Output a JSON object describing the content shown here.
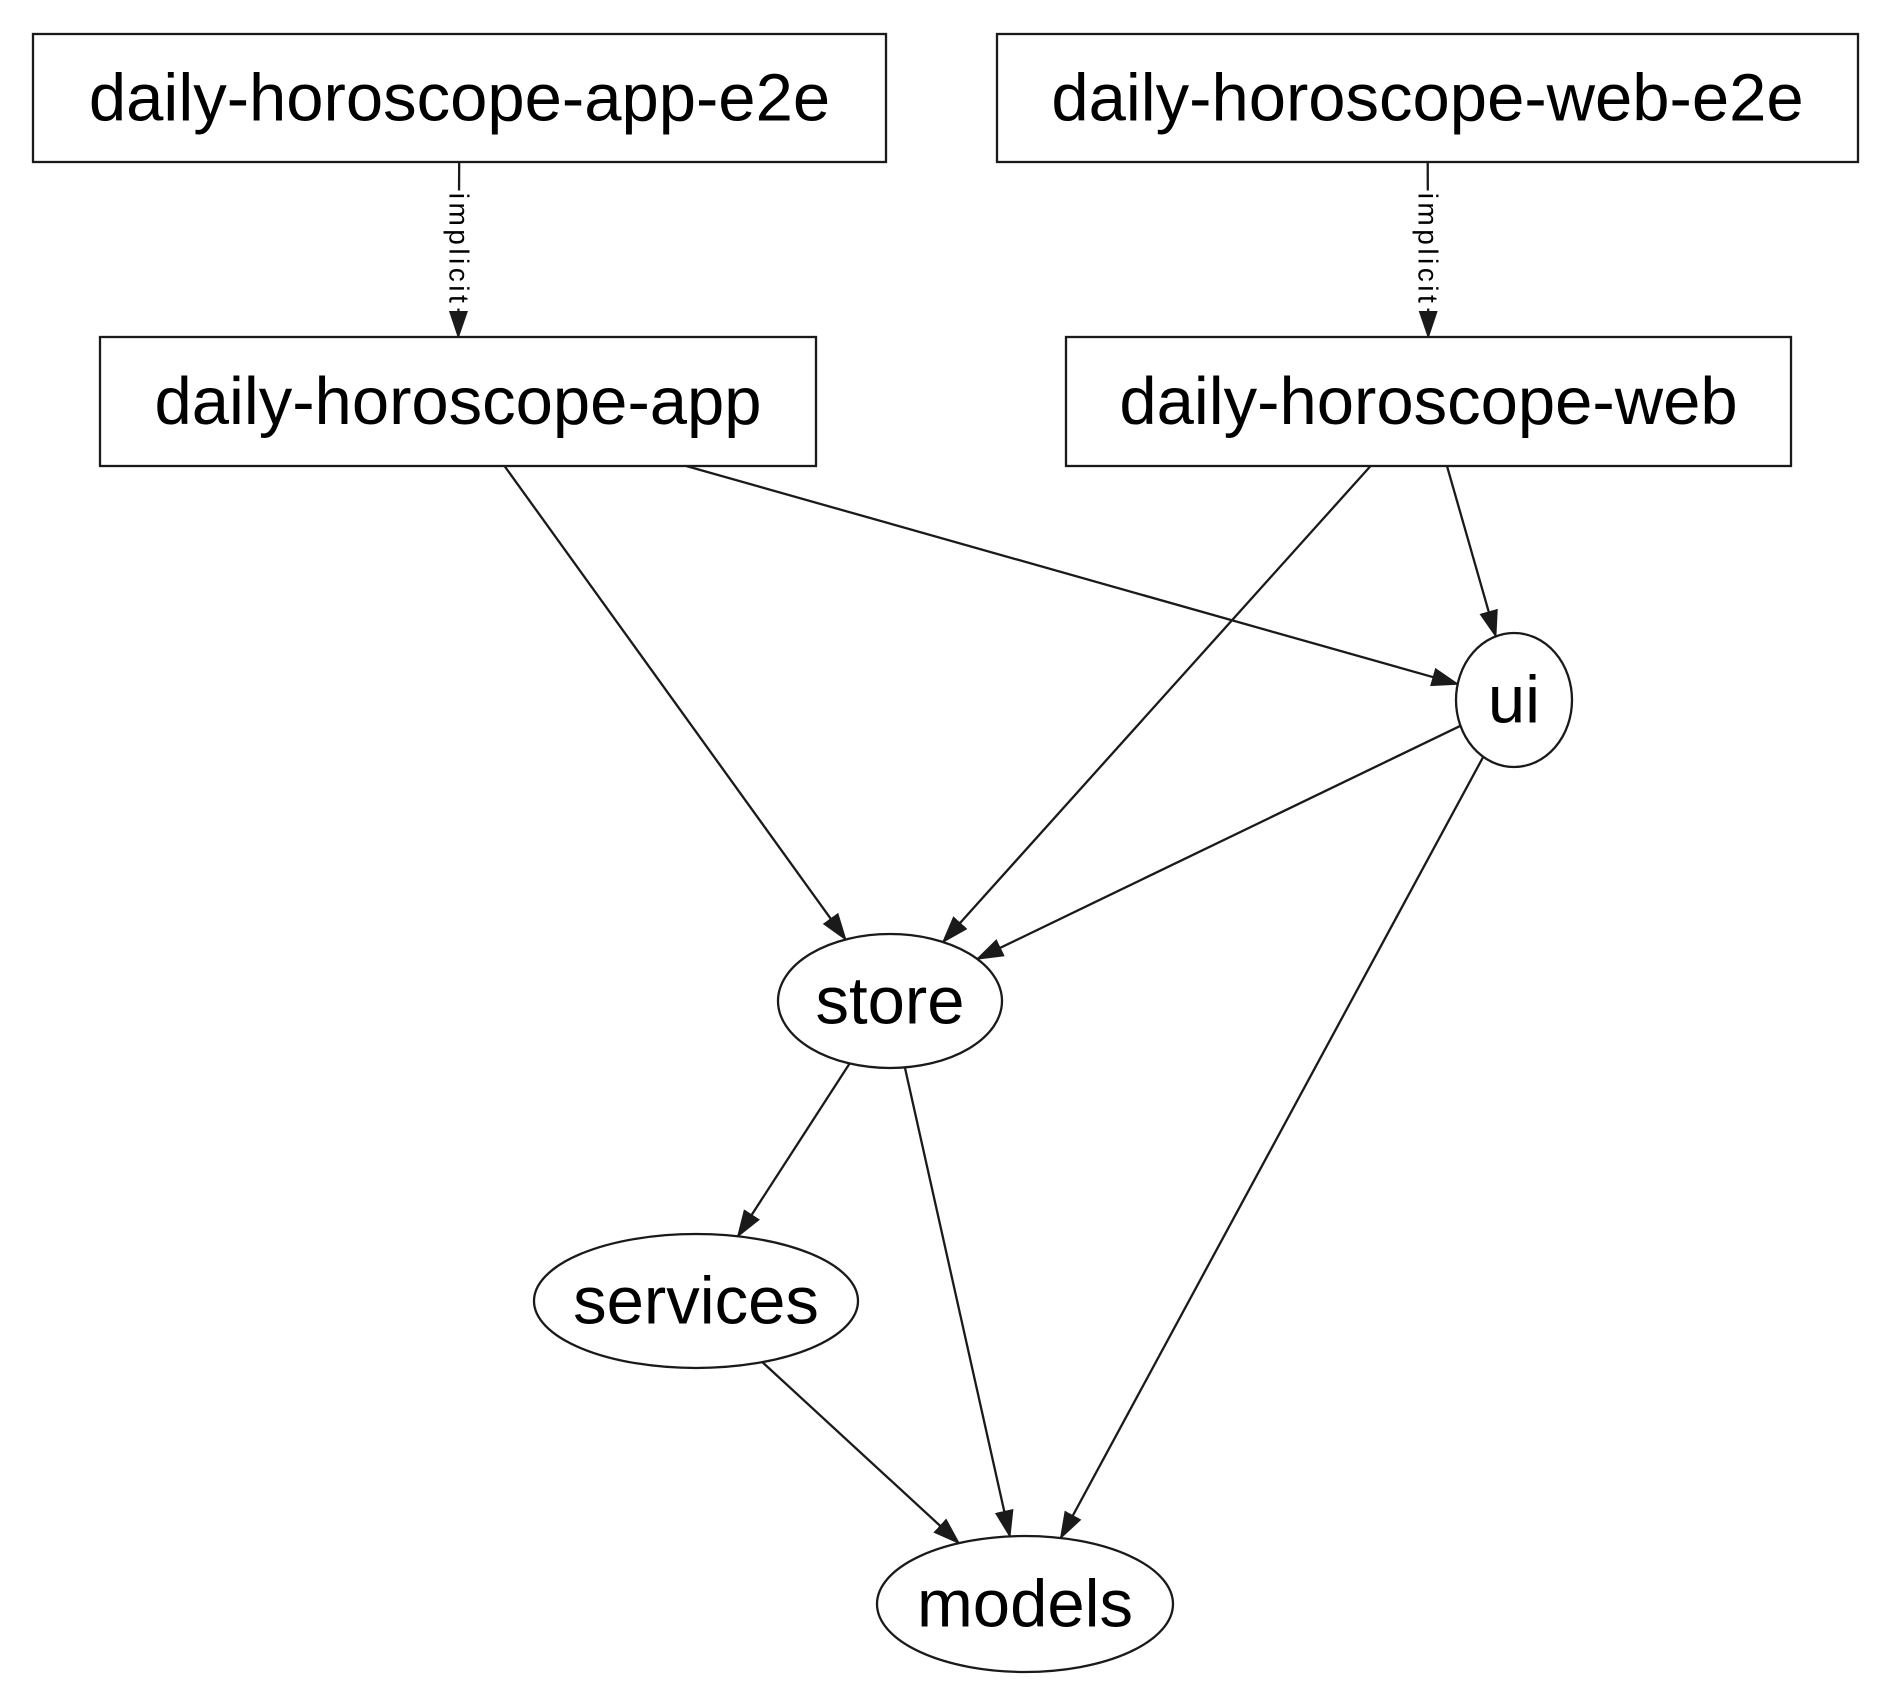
{
  "diagram": {
    "kind": "dependency-graph",
    "colors": {
      "background": "#ffffff",
      "stroke": "#1a1a1a",
      "text": "#000000",
      "node_fill": "#ffffff"
    },
    "nodes": [
      {
        "id": "daily-horoscope-app-e2e",
        "label": "daily-horoscope-app-e2e",
        "shape": "rect"
      },
      {
        "id": "daily-horoscope-web-e2e",
        "label": "daily-horoscope-web-e2e",
        "shape": "rect"
      },
      {
        "id": "daily-horoscope-app",
        "label": "daily-horoscope-app",
        "shape": "rect"
      },
      {
        "id": "daily-horoscope-web",
        "label": "daily-horoscope-web",
        "shape": "rect"
      },
      {
        "id": "ui",
        "label": "ui",
        "shape": "ellipse"
      },
      {
        "id": "store",
        "label": "store",
        "shape": "ellipse"
      },
      {
        "id": "services",
        "label": "services",
        "shape": "ellipse"
      },
      {
        "id": "models",
        "label": "models",
        "shape": "ellipse"
      }
    ],
    "edges": [
      {
        "from": "daily-horoscope-app-e2e",
        "to": "daily-horoscope-app",
        "label": "implicit"
      },
      {
        "from": "daily-horoscope-web-e2e",
        "to": "daily-horoscope-web",
        "label": "implicit"
      },
      {
        "from": "daily-horoscope-app",
        "to": "store",
        "label": ""
      },
      {
        "from": "daily-horoscope-app",
        "to": "ui",
        "label": ""
      },
      {
        "from": "daily-horoscope-web",
        "to": "store",
        "label": ""
      },
      {
        "from": "daily-horoscope-web",
        "to": "ui",
        "label": ""
      },
      {
        "from": "ui",
        "to": "store",
        "label": ""
      },
      {
        "from": "ui",
        "to": "models",
        "label": ""
      },
      {
        "from": "store",
        "to": "services",
        "label": ""
      },
      {
        "from": "store",
        "to": "models",
        "label": ""
      },
      {
        "from": "services",
        "to": "models",
        "label": ""
      }
    ]
  }
}
